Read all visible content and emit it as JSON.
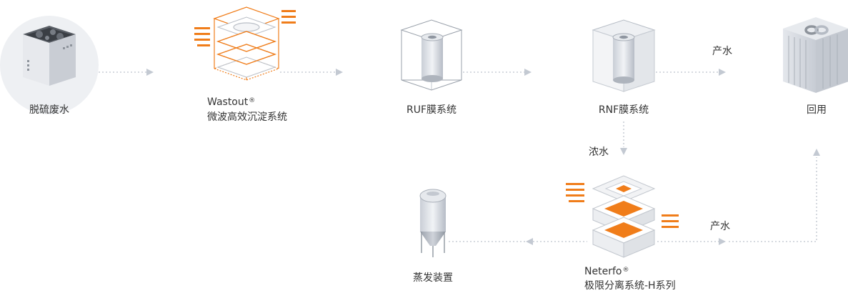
{
  "nodes": {
    "desulfurization_wastewater": {
      "label": "脱硫废水"
    },
    "wastout": {
      "brand": "Wastout",
      "mark": "®",
      "label": "微波高效沉淀系统"
    },
    "ruf": {
      "label": "RUF膜系统"
    },
    "rnf": {
      "label": "RNF膜系统"
    },
    "reuse": {
      "label": "回用"
    },
    "neterfo": {
      "brand": "Neterfo",
      "mark": "®",
      "label": "极限分离系统-H系列"
    },
    "evaporator": {
      "label": "蒸发装置"
    }
  },
  "flows": {
    "rnf_product": "产水",
    "rnf_concentrate": "浓水",
    "neterfo_product": "产水"
  },
  "colors": {
    "accent": "#f07d1a",
    "line": "#c9ced6",
    "arrow": "#c3c9d2"
  }
}
